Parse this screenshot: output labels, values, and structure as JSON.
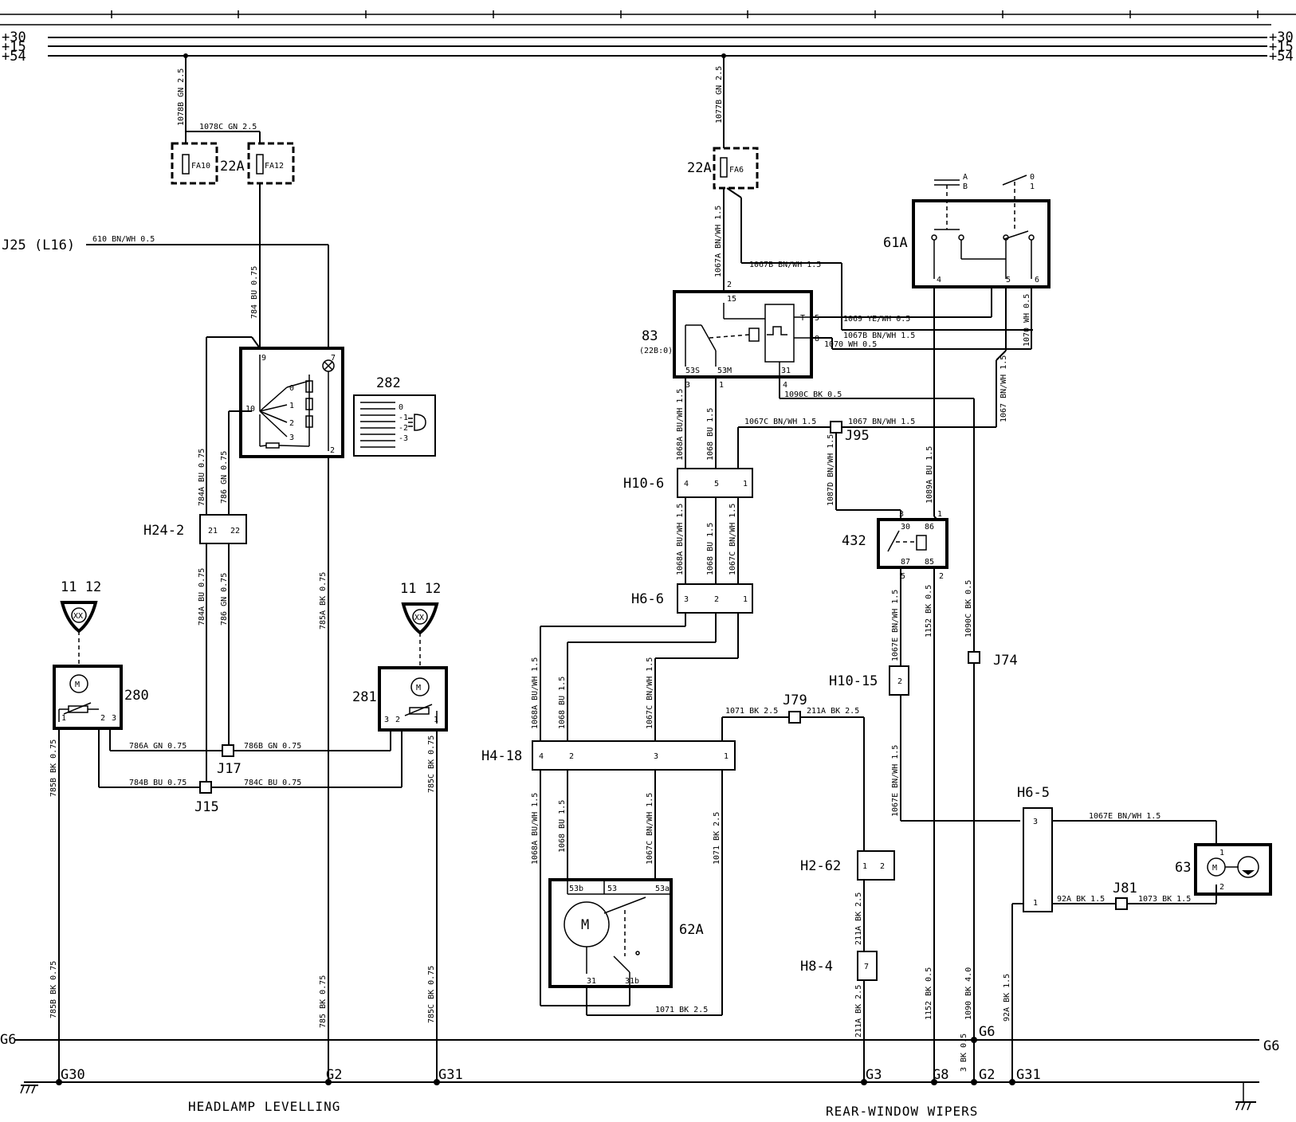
{
  "rails": {
    "p30": "+30",
    "p15": "+15",
    "p54": "+54",
    "g6": "G6"
  },
  "captions": {
    "left": "HEADLAMP LEVELLING",
    "right": "REAR-WINDOW WIPERS"
  },
  "components": {
    "c22a_left": "22A",
    "c22a_right": "22A",
    "fa10": "FA10",
    "fa12": "FA12",
    "fa6": "FA6",
    "j25": "J25 (L16)",
    "c282": "282",
    "c280": "280",
    "c281": "281",
    "c11_12_left": "11 12",
    "c11_12_right": "11 12",
    "h24_2": "H24-2",
    "j17": "J17",
    "j15": "J15",
    "c83": "83",
    "c83_sub": "(22B:0)",
    "c61a": "61A",
    "h10_6": "H10-6",
    "h6_6": "H6-6",
    "j95": "J95",
    "c432": "432",
    "j74": "J74",
    "h10_15": "H10-15",
    "j79": "J79",
    "h4_18": "H4-18",
    "h2_62": "H2-62",
    "h8_4": "H8-4",
    "c62a": "62A",
    "h6_5": "H6-5",
    "c63": "63",
    "j81": "J81",
    "motor": "M"
  },
  "grounds": {
    "g30": "G30",
    "g2_left": "G2",
    "g31_left": "G31",
    "g3": "G3",
    "g8": "G8",
    "g2_right": "G2",
    "g31_right": "G31",
    "g6_right": "G6"
  },
  "wires": {
    "w1078b": "1078B GN 2.5",
    "w1078c": "1078C GN 2.5",
    "w1077b": "1077B GN 2.5",
    "w610": "610 BN/WH 0.5",
    "w784": "784 BU 0.75",
    "w784a": "784A BU 0.75",
    "w786": "786 GN 0.75",
    "w784a2": "784A BU 0.75",
    "w7862": "786 GN 0.75",
    "w785a": "785A BK 0.75",
    "w786a": "786A GN 0.75",
    "w786b": "786B GN 0.75",
    "w784b": "784B BU 0.75",
    "w784c": "784C BU 0.75",
    "w785b1": "785B BK 0.75",
    "w785b2": "785B BK 0.75",
    "w785": "785 BK 0.75",
    "w785c1": "785C BK 0.75",
    "w785c2": "785C BK 0.75",
    "w1067a": "1067A BN/WH 1.5",
    "w1067b": "1067B BN/WH 1.5",
    "w1069": "1069 YE/WH 0.5",
    "w1067b2": "1067B BN/WH 1.5",
    "w1070": "1070 WH 0.5",
    "w1070v": "1070 WH 0.5",
    "w1090c": "1090C BK 0.5",
    "w1067": "1067 BN/WH 1.5",
    "w1067v": "1067 BN/WH 1.5",
    "w1067c": "1067C BN/WH 1.5",
    "w1068a": "1068A BU/WH 1.5",
    "w1068": "1068 BU 1.5",
    "w1068a2": "1068A BU/WH 1.5",
    "w10682": "1068 BU 1.5",
    "w1067c2": "1067C BN/WH 1.5",
    "w1087d": "1087D BN/WH 1.5",
    "w1089a": "1089A BU 1.5",
    "w1067e": "1067E BN/WH 1.5",
    "w1152": "1152 BK 0.5",
    "w1090c2": "1090C BK 0.5",
    "w1068a3": "1068A BU/WH 1.5",
    "w10683": "1068 BU 1.5",
    "w1067c3": "1067C BN/WH 1.5",
    "w1071": "1071 BK 2.5",
    "w211a": "211A BK 2.5",
    "w1068a4": "1068A BU/WH 1.5",
    "w10684": "1068 BU 1.5",
    "w1067c4": "1067C BN/WH 1.5",
    "w10712": "1071 BK 2.5",
    "w10713": "1071 BK 2.5",
    "w1067e2": "1067E BN/WH 1.5",
    "w1067e3": "1067E BN/WH 1.5",
    "w211a2": "211A BK 2.5",
    "w211a3": "211A BK 2.5",
    "w11522": "1152 BK 0.5",
    "w1090": "1090 BK 4.0",
    "w3bk": "3 BK 0.5",
    "w92a": "92A BK 1.5",
    "w92a2": "92A BK 1.5",
    "w1073": "1073 BK 1.5"
  },
  "switch_positions": {
    "s_a": "A",
    "s_b": "B",
    "s_0": "0",
    "s_1": "1",
    "lvl_0": "0",
    "lvl_1": "-1",
    "lvl_2": "-2",
    "lvl_3": "-3",
    "icon_xx": "XX"
  },
  "pins": {
    "p9": "9",
    "p7": "7",
    "p10": "10",
    "p2": "2",
    "r0": "0",
    "r1": "1",
    "r2": "2",
    "r3": "3",
    "h24_21": "21",
    "h24_22": "22",
    "m280_1": "1",
    "m280_2": "2",
    "m280_3": "3",
    "m281_3": "3",
    "m281_2": "2",
    "m281_1": "1",
    "r83_2": "2",
    "r83_15": "15",
    "r83_t": "T",
    "r83_5": "5",
    "r83_8": "8",
    "r83_31": "31",
    "r83_53s": "53S",
    "r83_53m": "53M",
    "r83_3": "3",
    "r83_1": "1",
    "r83_4": "4",
    "s61_4": "4",
    "s61_5": "5",
    "s61_6": "6",
    "h106_4": "4",
    "h106_5": "5",
    "h106_1": "1",
    "h66_3": "3",
    "h66_2": "2",
    "h66_1": "1",
    "r432_3": "3",
    "r432_1": "1",
    "r432_30": "30",
    "r432_86": "86",
    "r432_87": "87",
    "r432_85": "85",
    "r432_5": "5",
    "r432_2": "2",
    "h1015_2": "2",
    "h418_4": "4",
    "h418_2": "2",
    "h418_3": "3",
    "h418_1": "1",
    "h262_1": "1",
    "h262_2": "2",
    "h84_7": "7",
    "m62_53b": "53b",
    "m62_53": "53",
    "m62_53a": "53a",
    "m62_31": "31",
    "m62_31b": "31b",
    "h65_3": "3",
    "h65_1": "1",
    "m63_1": "1",
    "m63_2": "2"
  }
}
